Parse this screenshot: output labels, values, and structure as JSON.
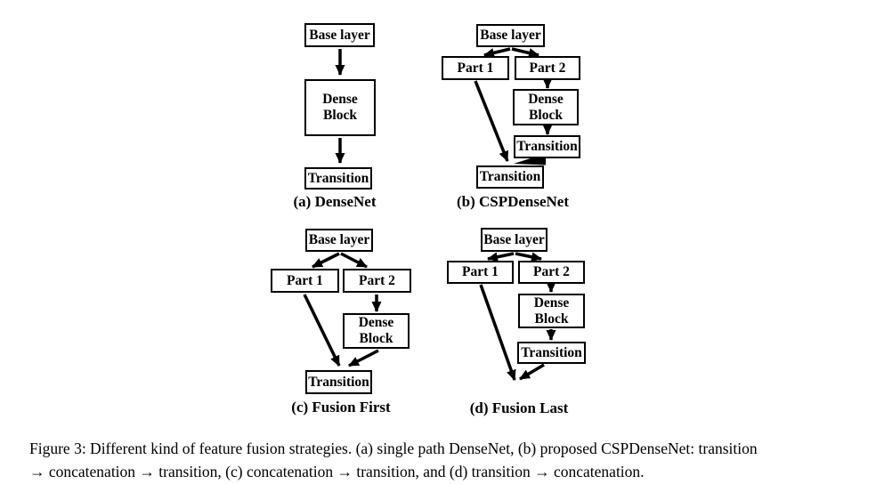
{
  "figure": {
    "panels": {
      "a": {
        "caption": "(a) DenseNet",
        "nodes": {
          "base": "Base layer",
          "dense_l1": "Dense",
          "dense_l2": "Block",
          "transition": "Transition"
        }
      },
      "b": {
        "caption": "(b) CSPDenseNet",
        "nodes": {
          "base": "Base layer",
          "part1": "Part 1",
          "part2": "Part 2",
          "dense_l1": "Dense",
          "dense_l2": "Block",
          "transition1": "Transition",
          "transition2": "Transition"
        }
      },
      "c": {
        "caption": "(c) Fusion First",
        "nodes": {
          "base": "Base layer",
          "part1": "Part 1",
          "part2": "Part 2",
          "dense_l1": "Dense",
          "dense_l2": "Block",
          "transition": "Transition"
        }
      },
      "d": {
        "caption": "(d) Fusion Last",
        "nodes": {
          "base": "Base layer",
          "part1": "Part 1",
          "part2": "Part 2",
          "dense_l1": "Dense",
          "dense_l2": "Block",
          "transition": "Transition"
        }
      }
    },
    "caption": {
      "line1": "Figure 3: Different kind of feature fusion strategies. (a) single path DenseNet, (b) proposed CSPDenseNet: transition",
      "line2": "→ concatenation → transition, (c) concatenation → transition, and (d) transition → concatenation."
    },
    "colors": {
      "ink": "#000000",
      "background": "#ffffff"
    }
  }
}
